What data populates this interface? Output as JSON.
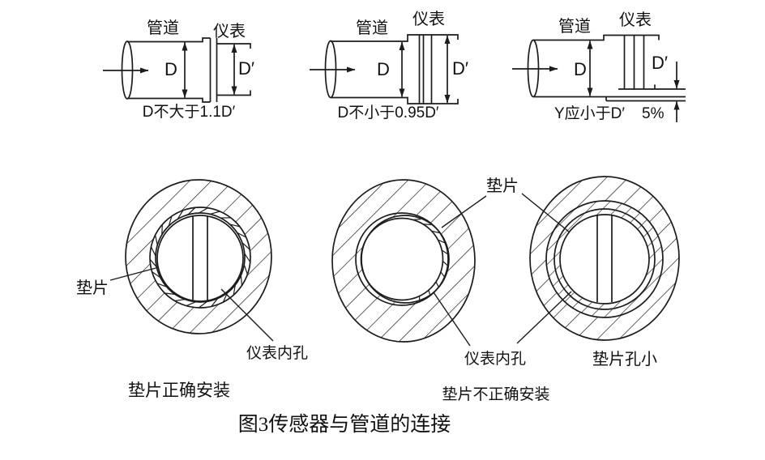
{
  "colors": {
    "line": "#1c1c1c",
    "text": "#111111",
    "background": "#ffffff"
  },
  "top_diagrams": [
    {
      "pipe_label": "管道",
      "meter_label": "仪表",
      "d_label": "D",
      "d_prime_label": "D′",
      "caption": "D不大于1.1D′"
    },
    {
      "pipe_label": "管道",
      "meter_label": "仪表",
      "d_label": "D",
      "d_prime_label": "D′",
      "caption": "D不小于0.95D′"
    },
    {
      "pipe_label": "管道",
      "meter_label": "仪表",
      "d_label": "D",
      "d_prime_label": "D′",
      "caption_y": "Y应小于D′",
      "caption_pct": "5%"
    }
  ],
  "bottom_diagrams": {
    "left": {
      "gasket_label": "垫片",
      "bore_label": "仪表内孔",
      "caption": "垫片正确安装"
    },
    "right": {
      "gasket_label": "垫片",
      "bore_label": "仪表内孔",
      "hole_small_label": "垫片孔小",
      "caption": "垫片不正确安装"
    }
  },
  "figure_title": "图3传感器与管道的连接"
}
